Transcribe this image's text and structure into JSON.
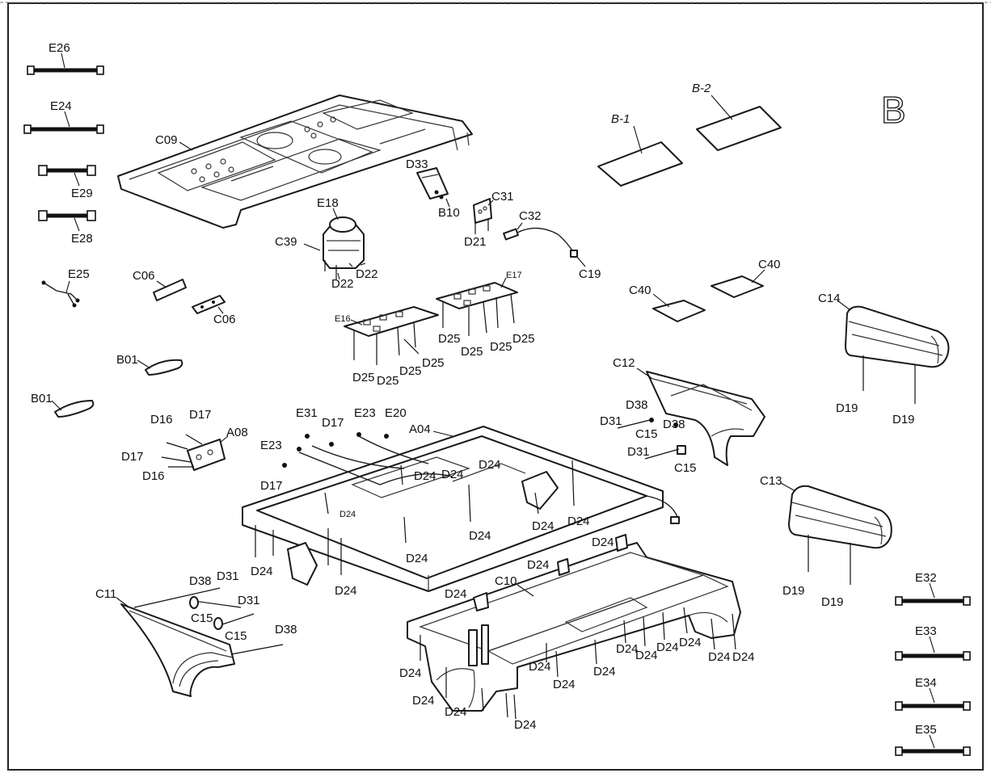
{
  "section_letter": "B",
  "labels": {
    "E26": "E26",
    "E24": "E24",
    "E29": "E29",
    "E28": "E28",
    "E25": "E25",
    "C09": "C09",
    "E18": "E18",
    "C39": "C39",
    "D22a": "D22",
    "D22b": "D22",
    "D33": "D33",
    "B10": "B10",
    "C31": "C31",
    "D21": "D21",
    "C32": "C32",
    "C19": "C19",
    "B1": "B-1",
    "B2": "B-2",
    "C06a": "C06",
    "C06b": "C06",
    "E16": "E16",
    "E17": "E17",
    "D25a": "D25",
    "D25b": "D25",
    "D25c": "D25",
    "D25d": "D25",
    "D25e": "D25",
    "D25f": "D25",
    "D25g": "D25",
    "D25h": "D25",
    "C40a": "C40",
    "C40b": "C40",
    "C14": "C14",
    "D19a": "D19",
    "D19b": "D19",
    "B01a": "B01",
    "B01b": "B01",
    "C12": "C12",
    "D38a": "D38",
    "D38b": "D38",
    "D31a": "D31",
    "C15a": "C15",
    "D31b": "D31",
    "C15b": "C15",
    "D16a": "D16",
    "D17a": "D17",
    "A08": "A08",
    "D17b": "D17",
    "D16b": "D16",
    "E31": "E31",
    "D17c": "D17",
    "E23a": "E23",
    "E20": "E20",
    "A04": "A04",
    "E23b": "E23",
    "D17d": "D17",
    "D24_1": "D24",
    "D24_2": "D24",
    "D24_3": "D24",
    "D24_4": "D24",
    "D24_5": "D24",
    "D24_6": "D24",
    "D24_7": "D24",
    "D24_8": "D24",
    "D24_9": "D24",
    "D24_10": "D24",
    "C13": "C13",
    "D19c": "D19",
    "D19d": "D19",
    "C11": "C11",
    "D38c": "D38",
    "D31c": "D31",
    "C15c": "C15",
    "D31d": "D31",
    "C15d": "C15",
    "D38d": "D38",
    "C10": "C10",
    "D24_11": "D24",
    "D24_12": "D24",
    "D24_13": "D24",
    "D24_14": "D24",
    "D24_15": "D24",
    "D24_16": "D24",
    "D24_17": "D24",
    "D24_18": "D24",
    "D24_19": "D24",
    "D24_20": "D24",
    "D24_21": "D24",
    "D24_22": "D24",
    "D24_23": "D24",
    "D24_24": "D24",
    "D24_25": "D24",
    "D24_26": "D24",
    "E32": "E32",
    "E33": "E33",
    "E34": "E34",
    "E35": "E35"
  }
}
